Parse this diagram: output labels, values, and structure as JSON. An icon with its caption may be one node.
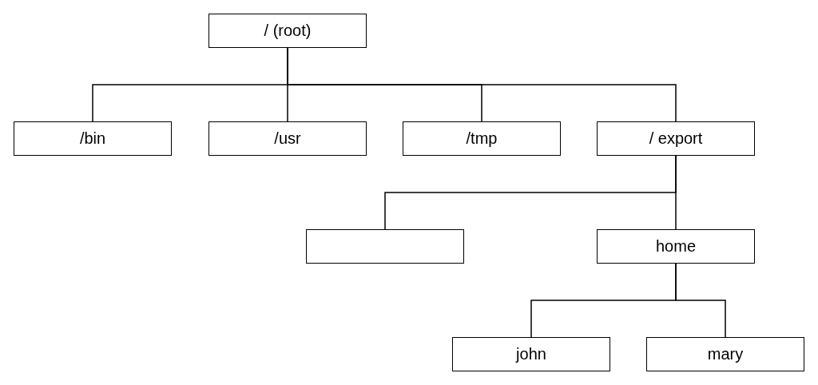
{
  "diagram": {
    "nodes": [
      {
        "text": [
          "/ (root)"
        ]
      },
      {
        "text": [
          "/bin"
        ]
      },
      {
        "text": [
          "/usr"
        ]
      },
      {
        "text": [
          "/tmp"
        ]
      },
      {
        "text": [
          "/ export"
        ]
      },
      {
        "text": [],
        "shape": "box"
      },
      {
        "text": [
          "home"
        ]
      },
      {
        "text": [
          "john"
        ]
      },
      {
        "text": [
          "mary"
        ]
      }
    ],
    "edges": [
      {
        "from": 0,
        "to": 1,
        "arrow": "none"
      },
      {
        "from": 0,
        "to": 2,
        "arrow": "none"
      },
      {
        "from": 0,
        "to": 3,
        "arrow": "none"
      },
      {
        "from": 0,
        "to": 4,
        "arrow": "none"
      },
      {
        "from": 4,
        "to": 5,
        "arrow": "none"
      },
      {
        "from": 4,
        "to": 6,
        "arrow": "none"
      },
      {
        "from": 6,
        "to": 7,
        "arrow": "none"
      },
      {
        "from": 6,
        "to": 8,
        "arrow": "none"
      }
    ]
  }
}
